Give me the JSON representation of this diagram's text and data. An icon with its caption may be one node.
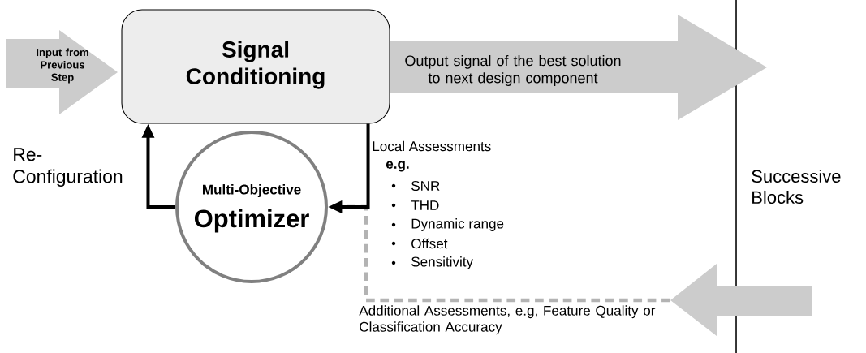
{
  "diagram": {
    "nodes": [
      {
        "text": [
          "Input from Previous Step"
        ]
      },
      {
        "text": [
          "Signal Conditioning"
        ]
      },
      {
        "text": [
          "Output signal of the best solution to next design component"
        ]
      },
      {
        "text": [
          "Multi-Objective",
          "Optimizer"
        ]
      },
      {
        "text": [],
        "shape": "arrow"
      }
    ],
    "edges": [
      {
        "from": 3,
        "to": 1,
        "arrow": "to",
        "label": "Re-Configuration"
      },
      {
        "from": 1,
        "to": 3,
        "arrow": "to"
      },
      {
        "from": 4,
        "to": 3,
        "arrow": "to",
        "style": "dashed",
        "color": "#b3b3b3",
        "label": "Additional Assessments, e.g, Feature Quality or Classification Accuracy"
      }
    ],
    "labels": [
      "Local Assessments",
      "e.g.",
      "SNR",
      "THD",
      "Dynamic range",
      "Offset",
      "Sensitivity",
      "Successive Blocks"
    ]
  }
}
